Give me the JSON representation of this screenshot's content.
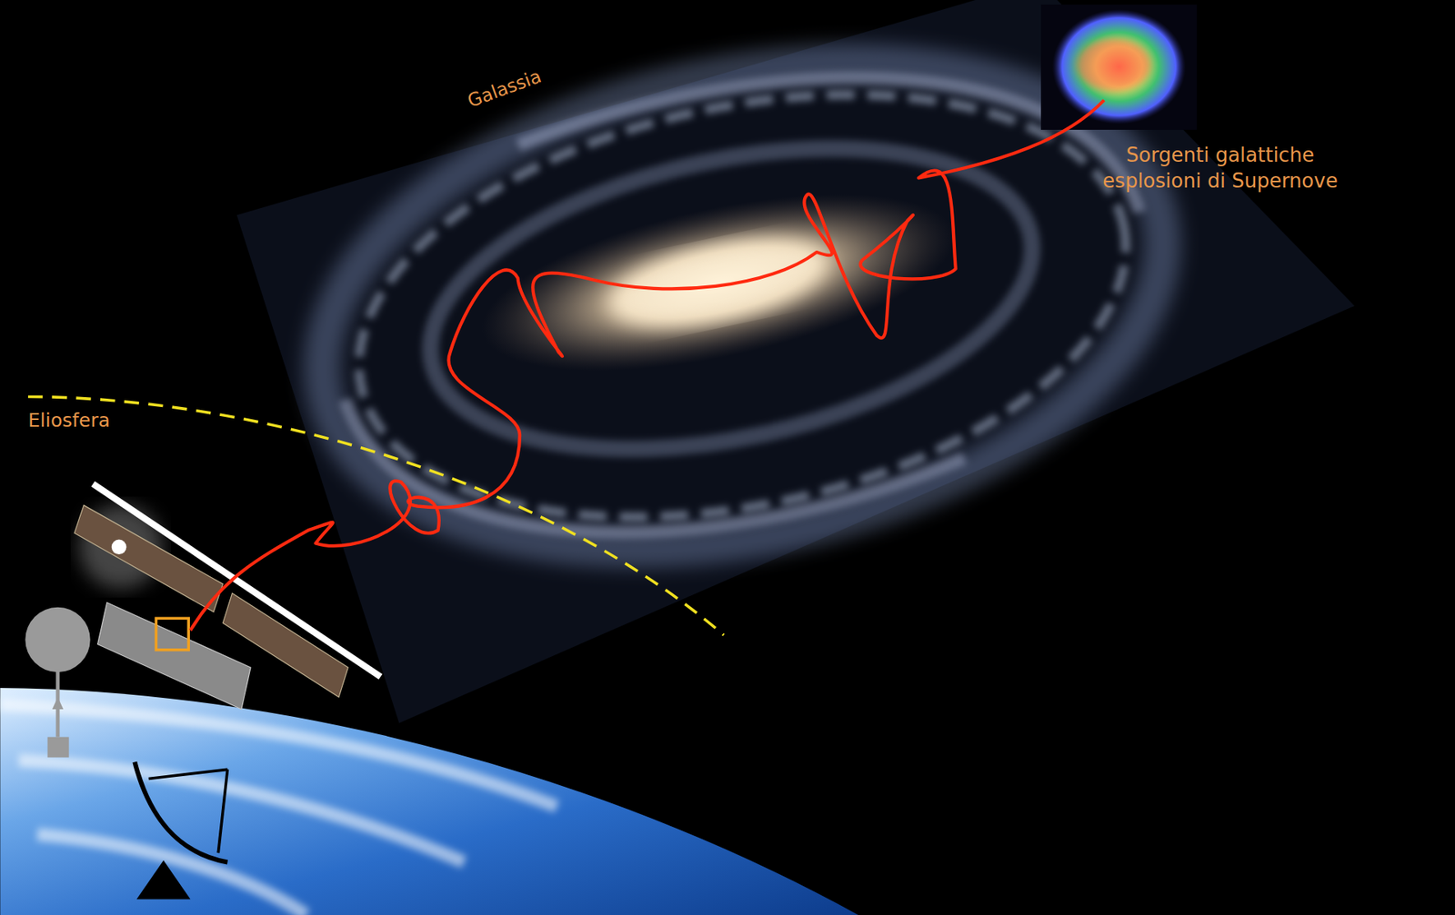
{
  "diagram": {
    "labels": [
      "Galassia",
      "Eliosfera",
      "Sorgenti galattiche esplosioni di Supernove"
    ]
  }
}
